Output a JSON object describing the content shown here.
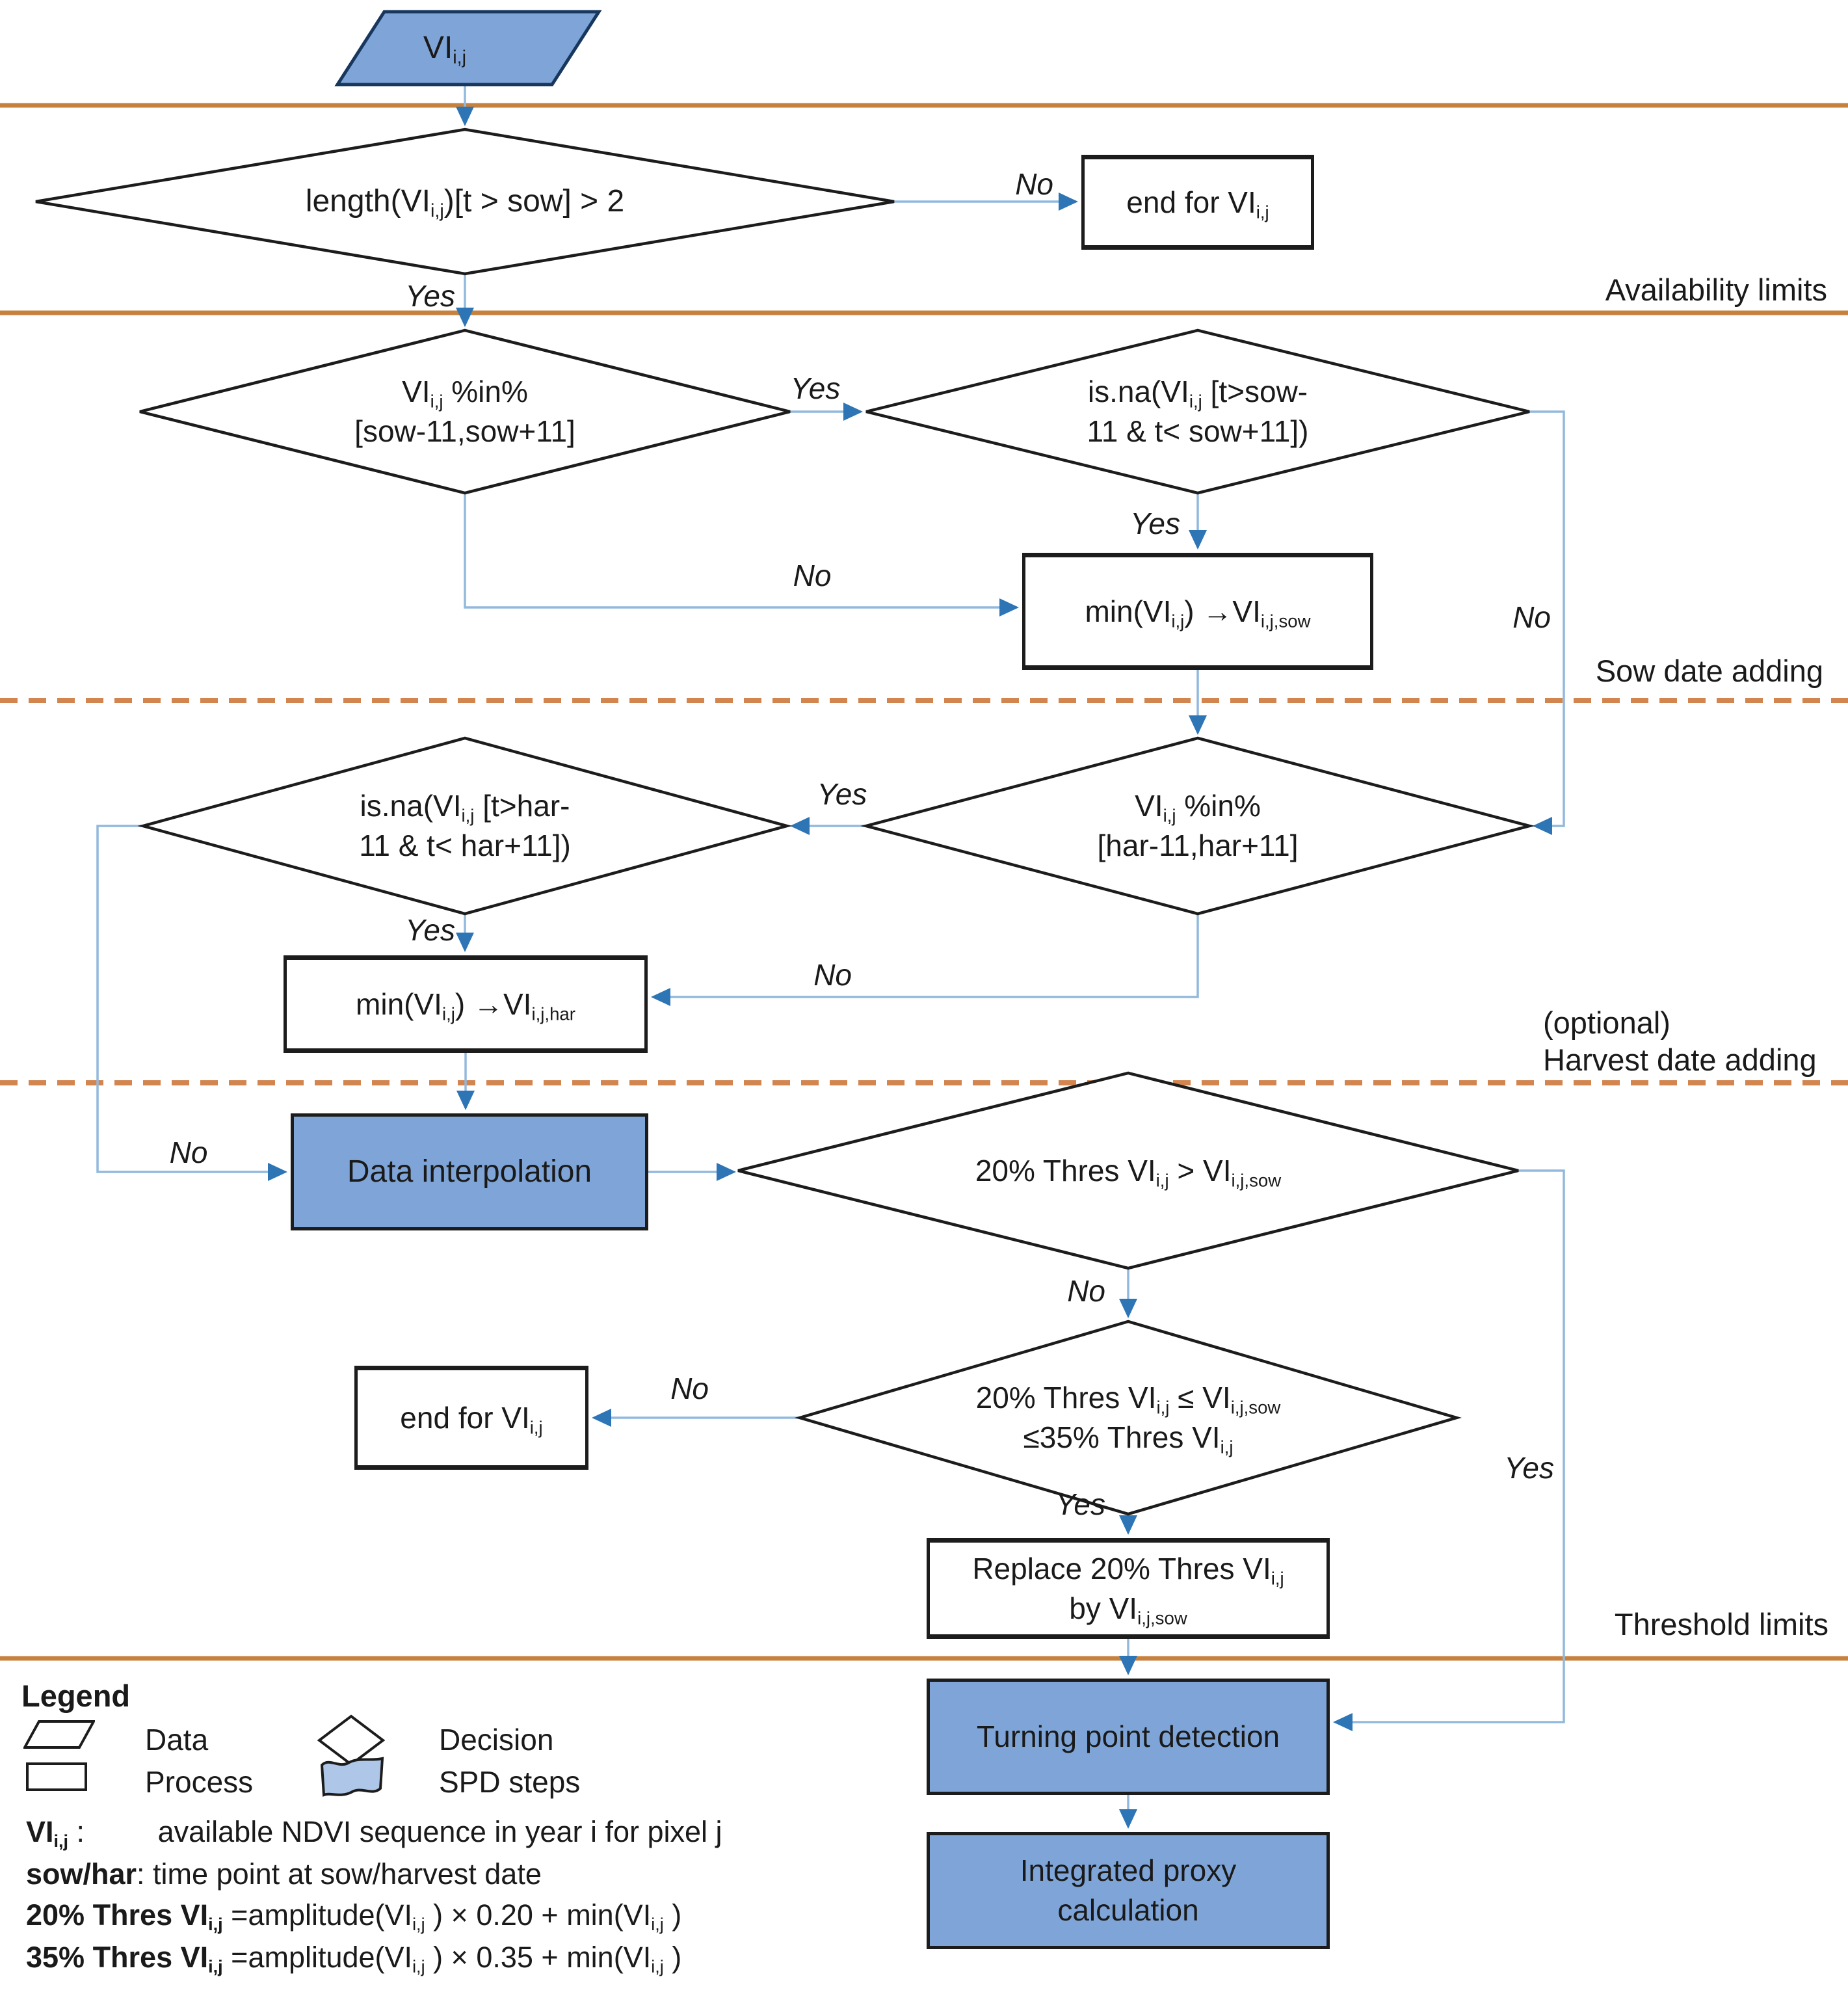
{
  "edge_labels": {
    "yes": "Yes",
    "no": "No"
  },
  "sections": {
    "availability": "Availability limits",
    "sow": "Sow date adding",
    "optional": "(optional)",
    "harvest": "Harvest date adding",
    "threshold": "Threshold limits"
  },
  "nodes": {
    "input": {
      "type": "data",
      "lines": [
        [
          {
            "t": "VI"
          },
          {
            "t": "i,j",
            "s": true
          }
        ]
      ]
    },
    "d_availability": {
      "type": "decision",
      "lines": [
        [
          {
            "t": "length(VI"
          },
          {
            "t": "i,j",
            "s": true
          },
          {
            "t": ")[t > sow] > 2"
          }
        ]
      ]
    },
    "end_top": {
      "type": "process",
      "lines": [
        [
          {
            "t": "end for VI"
          },
          {
            "t": "i,j",
            "s": true
          }
        ]
      ]
    },
    "d_sow_window": {
      "type": "decision",
      "lines": [
        [
          {
            "t": "VI"
          },
          {
            "t": "i,j",
            "s": true
          },
          {
            "t": " %in%"
          }
        ],
        [
          {
            "t": "[sow-11,sow+11]"
          }
        ]
      ]
    },
    "d_sow_na": {
      "type": "decision",
      "lines": [
        [
          {
            "t": "is.na(VI"
          },
          {
            "t": "i,j",
            "s": true
          },
          {
            "t": " [t>sow-"
          }
        ],
        [
          {
            "t": "11 & t< sow+11])"
          }
        ]
      ]
    },
    "min_sow": {
      "type": "process",
      "lines": [
        [
          {
            "t": "min(VI"
          },
          {
            "t": "i,j",
            "s": true
          },
          {
            "t": ") "
          },
          {
            "t": "→",
            "b": true
          },
          {
            "t": "VI"
          },
          {
            "t": "i,j,sow",
            "s": true
          }
        ]
      ]
    },
    "d_har_na": {
      "type": "decision",
      "lines": [
        [
          {
            "t": "is.na(VI"
          },
          {
            "t": "i,j",
            "s": true
          },
          {
            "t": " [t>har-"
          }
        ],
        [
          {
            "t": "11 & t< har+11])"
          }
        ]
      ]
    },
    "d_har_window": {
      "type": "decision",
      "lines": [
        [
          {
            "t": "VI"
          },
          {
            "t": "i,j",
            "s": true
          },
          {
            "t": " %in%"
          }
        ],
        [
          {
            "t": "[har-11,har+11]"
          }
        ]
      ]
    },
    "min_har": {
      "type": "process",
      "lines": [
        [
          {
            "t": "min(VI"
          },
          {
            "t": "i,j",
            "s": true
          },
          {
            "t": ") "
          },
          {
            "t": "→",
            "b": true
          },
          {
            "t": "VI"
          },
          {
            "t": "i,j,har",
            "s": true
          }
        ]
      ]
    },
    "interpolation": {
      "type": "spd",
      "lines": [
        [
          {
            "t": "Data interpolation"
          }
        ]
      ]
    },
    "d_thres20": {
      "type": "decision",
      "lines": [
        [
          {
            "t": "20% Thres VI"
          },
          {
            "t": "i,j",
            "s": true
          },
          {
            "t": " > VI"
          },
          {
            "t": "i,j,sow",
            "s": true
          }
        ]
      ]
    },
    "d_thres_range": {
      "type": "decision",
      "lines": [
        [
          {
            "t": "20% Thres VI"
          },
          {
            "t": "i,j",
            "s": true
          },
          {
            "t": " ≤ VI"
          },
          {
            "t": "i,j,sow",
            "s": true
          }
        ],
        [
          {
            "t": "≤35% Thres VI"
          },
          {
            "t": "i,j",
            "s": true
          }
        ]
      ]
    },
    "end_mid": {
      "type": "process",
      "lines": [
        [
          {
            "t": "end for VI"
          },
          {
            "t": "i,j",
            "s": true
          }
        ]
      ]
    },
    "replace": {
      "type": "process",
      "lines": [
        [
          {
            "t": "Replace 20% Thres VI"
          },
          {
            "t": "i,j",
            "s": true
          }
        ],
        [
          {
            "t": "by VI"
          },
          {
            "t": "i,j,sow",
            "s": true
          }
        ]
      ]
    },
    "turning": {
      "type": "spd",
      "lines": [
        [
          {
            "t": "Turning point detection"
          }
        ]
      ]
    },
    "integrated": {
      "type": "spd",
      "lines": [
        [
          {
            "t": "Integrated proxy"
          }
        ],
        [
          {
            "t": "calculation"
          }
        ]
      ]
    }
  },
  "legend": {
    "title": "Legend",
    "items": [
      {
        "label": "Data"
      },
      {
        "label": "Decision"
      },
      {
        "label": "Process"
      },
      {
        "label": "SPD steps"
      }
    ],
    "defs": [
      [
        [
          {
            "t": "VI",
            "b": true
          },
          {
            "t": "i,j",
            "s": true,
            "b": true
          },
          {
            "t": " :"
          },
          {
            "t": "         "
          },
          {
            "t": "available NDVI sequence in year i for pixel j"
          }
        ]
      ],
      [
        [
          {
            "t": "sow/har",
            "b": true
          },
          {
            "t": ": time point at sow/harvest date"
          }
        ]
      ],
      [
        [
          {
            "t": "20% Thres VI",
            "b": true
          },
          {
            "t": "i,j",
            "s": true,
            "b": true
          },
          {
            "t": " =amplitude(VI"
          },
          {
            "t": "i,j",
            "s": true
          },
          {
            "t": " ) × 0.20 + min(VI"
          },
          {
            "t": "i,j",
            "s": true
          },
          {
            "t": " )"
          }
        ]
      ],
      [
        [
          {
            "t": "35% Thres VI",
            "b": true
          },
          {
            "t": "i,j",
            "s": true,
            "b": true
          },
          {
            "t": " =amplitude(VI"
          },
          {
            "t": "i,j",
            "s": true
          },
          {
            "t": " ) × 0.35 + min(VI"
          },
          {
            "t": "i,j",
            "s": true
          },
          {
            "t": " )"
          }
        ]
      ]
    ]
  },
  "colors": {
    "shape_fill": "#7fa5d8",
    "arrow_line": "#92b9dd",
    "arrow_head": "#2e75b6",
    "section_line": "#c7813f",
    "section_dashed": "#d2854f"
  }
}
